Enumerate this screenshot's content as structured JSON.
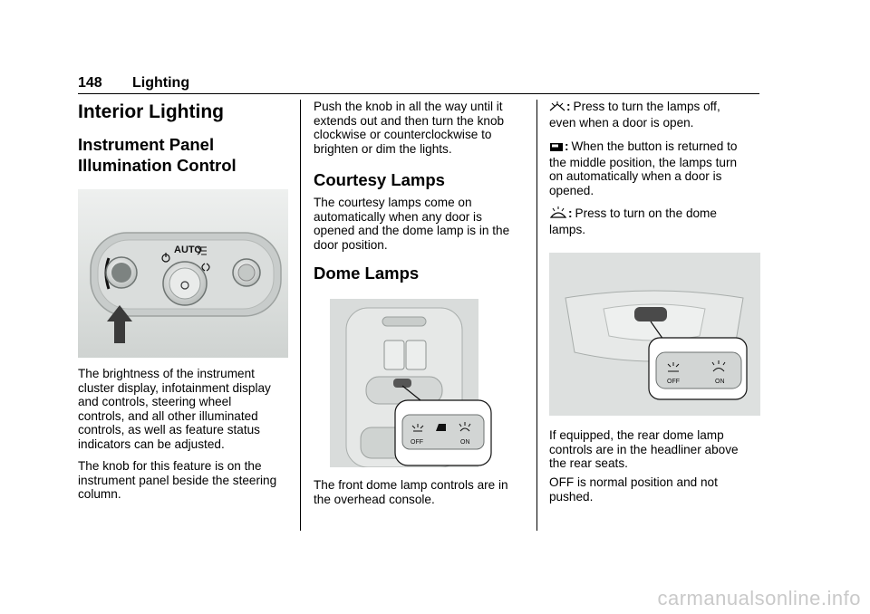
{
  "header": {
    "page_number": "148",
    "section": "Lighting"
  },
  "col1": {
    "heading": "Interior Lighting",
    "subheading_line1": "Instrument Panel",
    "subheading_line2": "Illumination Control",
    "figure1": {
      "knob_label": "AUTO"
    },
    "para1": [
      "The brightness of the instrument",
      "cluster display, infotainment display",
      "and controls, steering wheel",
      "controls, and all other illuminated",
      "controls, as well as feature status",
      "indicators can be adjusted."
    ],
    "para2": [
      "The knob for this feature is on the",
      "instrument panel beside the steering",
      "column."
    ]
  },
  "col2": {
    "para1": [
      "Push the knob in all the way until it",
      "extends out and then turn the knob",
      "clockwise or counterclockwise to",
      "brighten or dim the lights."
    ],
    "heading_courtesy": "Courtesy Lamps",
    "para_courtesy": [
      "The courtesy lamps come on",
      "automatically when any door is",
      "opened and the dome lamp is in the",
      "door position."
    ],
    "heading_dome": "Dome Lamps",
    "figure2": {
      "off_label": "OFF",
      "on_label": "ON"
    },
    "para_front": [
      "The front dome lamp controls are in",
      "the overhead console."
    ]
  },
  "col3": {
    "item_off": [
      "Press to turn the lamps off,",
      "even when a door is open."
    ],
    "item_door": [
      "When the button is returned to",
      "the middle position, the lamps turn",
      "on automatically when a door is",
      "opened."
    ],
    "item_on": [
      "Press to turn on the dome",
      "lamps."
    ],
    "figure3": {
      "off_label": "OFF",
      "on_label": "ON"
    },
    "para_rear": [
      "If equipped, the rear dome lamp",
      "controls are in the headliner above",
      "the rear seats."
    ],
    "para_off": [
      "OFF is normal position and not",
      "pushed."
    ]
  },
  "watermark": "carmanualsonline.info",
  "icons": [
    "lamp-off-icon",
    "door-icon",
    "lamp-on-icon",
    "power-icon",
    "headlamp-icon",
    "fog-lamp-icon",
    "up-arrow-icon"
  ]
}
